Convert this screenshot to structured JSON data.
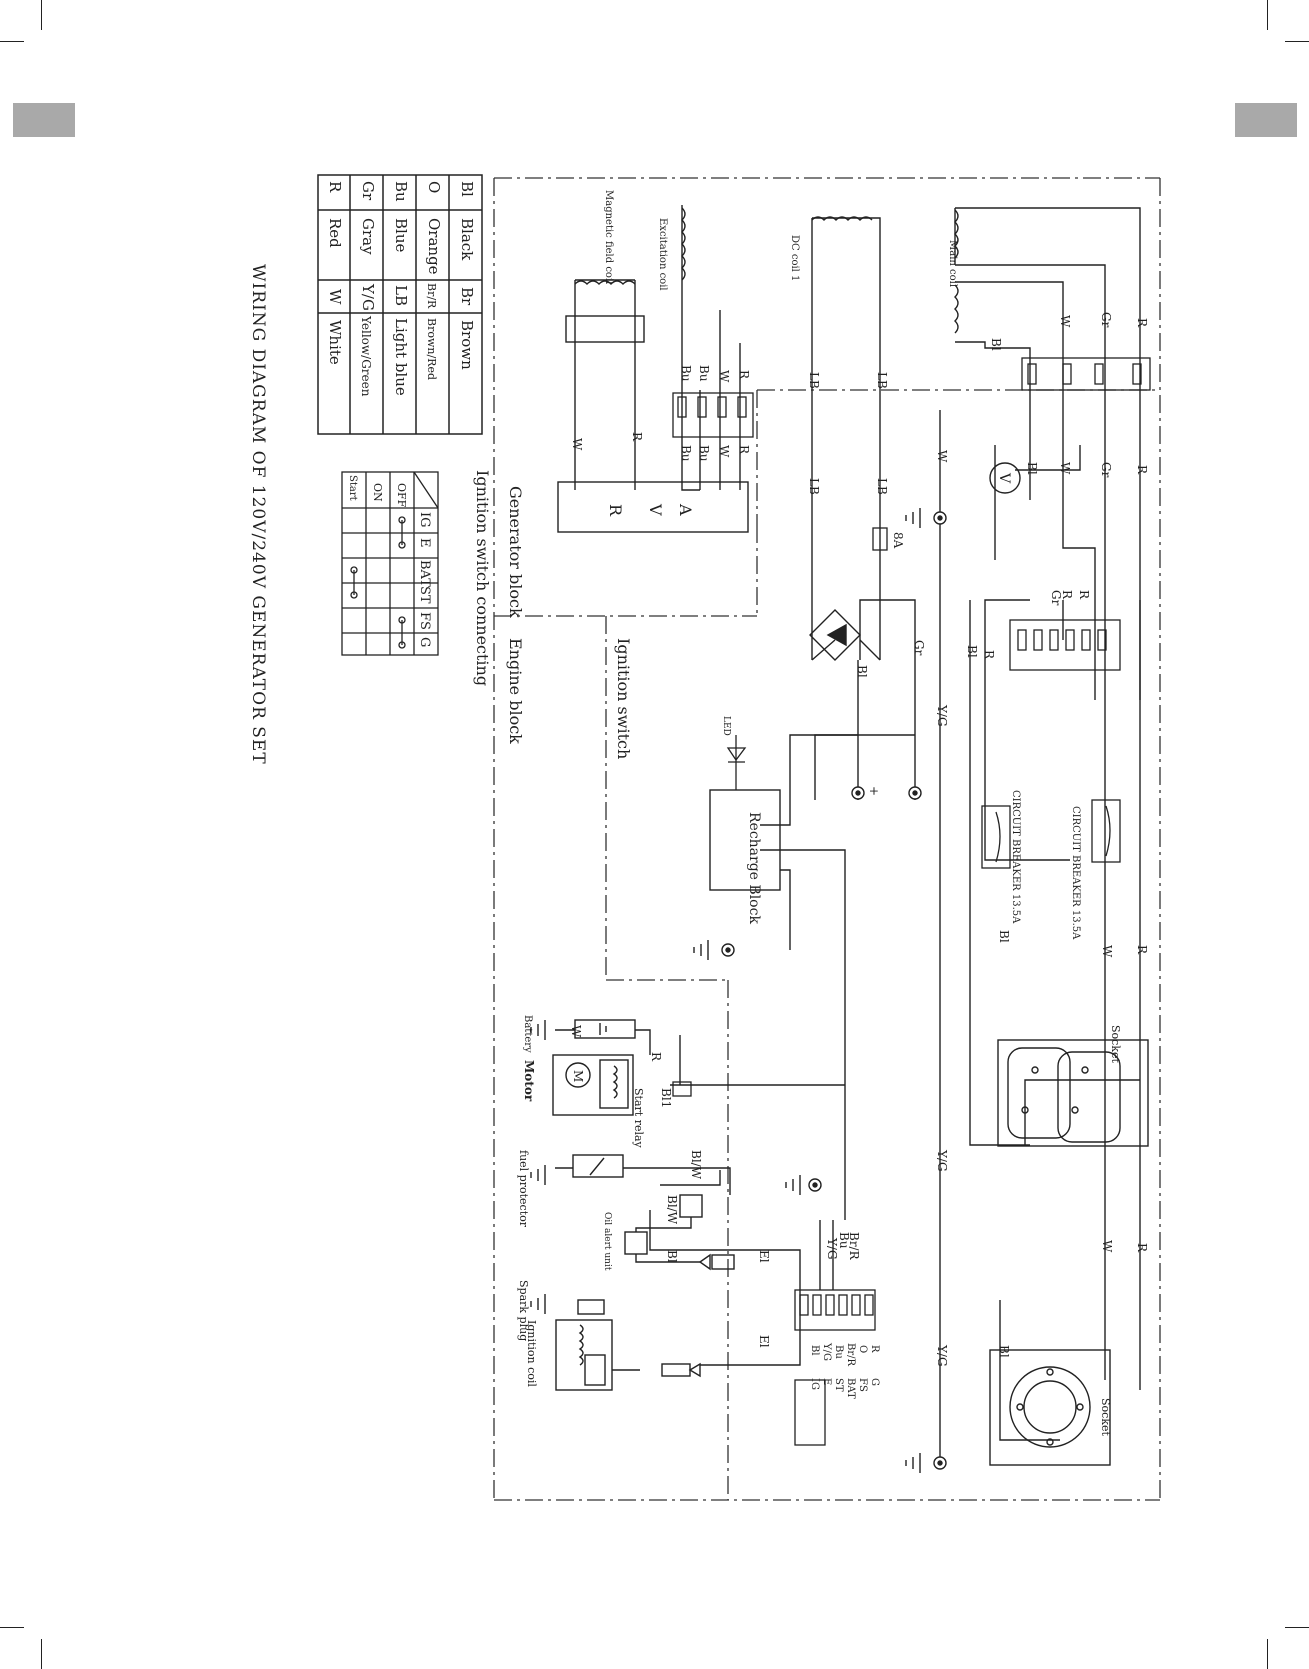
{
  "diagram_title": "WIRING DIAGRAM OF 120V/240V GENERATOR SET",
  "legend": [
    {
      "code": "Bl",
      "name": "Black",
      "code2": "Br",
      "name2": "Brown"
    },
    {
      "code": "O",
      "name": "Orange",
      "code2": "Br/R",
      "name2": "Brown/Red"
    },
    {
      "code": "Bu",
      "name": "Blue",
      "code2": "LB",
      "name2": "Light blue"
    },
    {
      "code": "Gr",
      "name": "Gray",
      "code2": "Y/G",
      "name2": "Yellow/Green"
    },
    {
      "code": "R",
      "name": "Red",
      "code2": "W",
      "name2": "White"
    }
  ],
  "switch_table": {
    "columns": [
      "IG",
      "E",
      "BAT",
      "ST",
      "FS",
      "G"
    ],
    "rows": [
      "OFF",
      "ON",
      "Start"
    ]
  },
  "blocks": {
    "generator": "Generator block",
    "engine": "Engine block",
    "ignition_connecting": "Ignition switch connecting",
    "ignition_switch": "Ignition switch"
  },
  "components": {
    "main_coil": "Main coil",
    "dc_coil": "DC coil 1",
    "excitation_coil": "Excitation coil",
    "magnetic_field_coil": "Magnetic field coil",
    "avr": [
      "A",
      "V",
      "R"
    ],
    "voltmeter": "V",
    "fuse": "8A",
    "circuit_breaker_1": "CIRCUIT BREAKER 13.5A",
    "circuit_breaker_2": "CIRCUIT BREAKER 13.5A",
    "recharge_block": "Recharge Block",
    "led": "LED",
    "socket_1": "Socket",
    "socket_2": "Socket",
    "battery": "Battery",
    "motor": "Motor",
    "motor_symbol": "M",
    "start_relay": "Start relay",
    "fuel_protector": "fuel protector",
    "oil_alert": "Oil alert unit",
    "spark_plug": "Spark plug",
    "ignition_coil": "Ignition coil",
    "plus": "+"
  },
  "wire_labels": {
    "R": "R",
    "Gr": "Gr",
    "W": "W",
    "Bl": "Bl",
    "Bu": "Bu",
    "LB": "LB",
    "YG": "Y/G",
    "BlW": "Bl/W",
    "BrR": "Br/R",
    "El": "El",
    "Bl1": "Bl1",
    "O": "O"
  },
  "connector_pins": [
    "G",
    "FS",
    "BAT",
    "ST",
    "E",
    "IG"
  ],
  "connector_wires": [
    "R",
    "O",
    "Br/R",
    "Bu",
    "Y/G",
    "Bl"
  ]
}
